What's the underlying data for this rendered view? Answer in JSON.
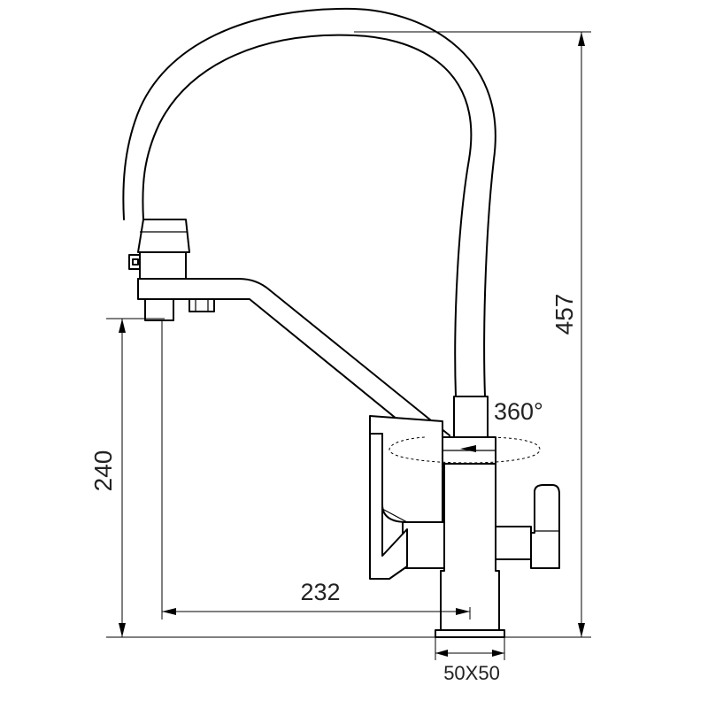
{
  "dimensions": {
    "height_total": "457",
    "spout_height": "240",
    "spout_reach": "232",
    "swivel": "360°",
    "base_size": "50X50"
  }
}
